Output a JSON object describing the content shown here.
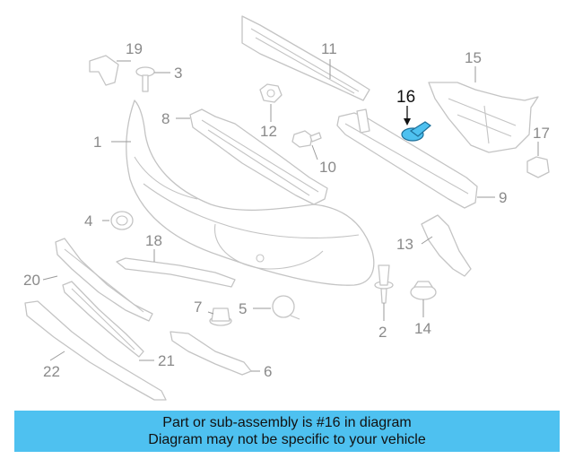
{
  "highlight_color": "#4ec1f0",
  "highlighted_part": "16",
  "callouts": {
    "c1": "1",
    "c2": "2",
    "c3": "3",
    "c4": "4",
    "c5": "5",
    "c6": "6",
    "c7": "7",
    "c8": "8",
    "c9": "9",
    "c10": "10",
    "c11": "11",
    "c12": "12",
    "c13": "13",
    "c14": "14",
    "c15": "15",
    "c16": "16",
    "c17": "17",
    "c18": "18",
    "c19": "19",
    "c20": "20",
    "c21": "21",
    "c22": "22"
  },
  "banner": {
    "line1": "Part or sub-assembly is #16 in diagram",
    "line2": "Diagram may not be specific to your vehicle"
  }
}
